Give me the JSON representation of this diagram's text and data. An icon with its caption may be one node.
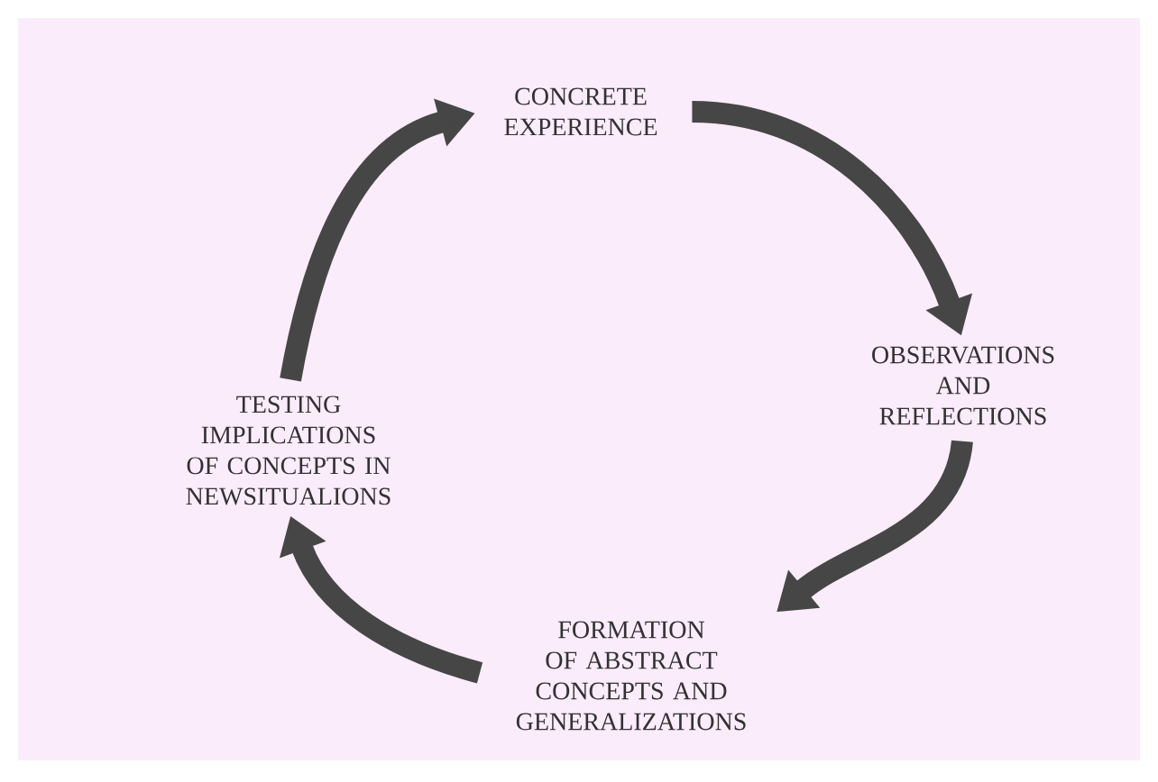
{
  "diagram": {
    "nodes": [
      {
        "text": [
          "CONCRETE EXPERIENCE"
        ]
      },
      {
        "text": [
          "OBSERVATIONS AND REFLECTIONS"
        ]
      },
      {
        "text": [
          "FORMATION OF ABSTRACT CONCEPTS AND GENERALIZATIONS"
        ]
      },
      {
        "text": [
          "TESTING IMPLICATIONS OF CONCEPTS IN NEWSITUALIONS"
        ]
      }
    ],
    "edges": [
      {
        "from": 0,
        "to": 1,
        "arrow": "to"
      },
      {
        "from": 1,
        "to": 2,
        "arrow": "to"
      },
      {
        "from": 2,
        "to": 3,
        "arrow": "to"
      },
      {
        "from": 3,
        "to": 0,
        "arrow": "to"
      }
    ]
  }
}
